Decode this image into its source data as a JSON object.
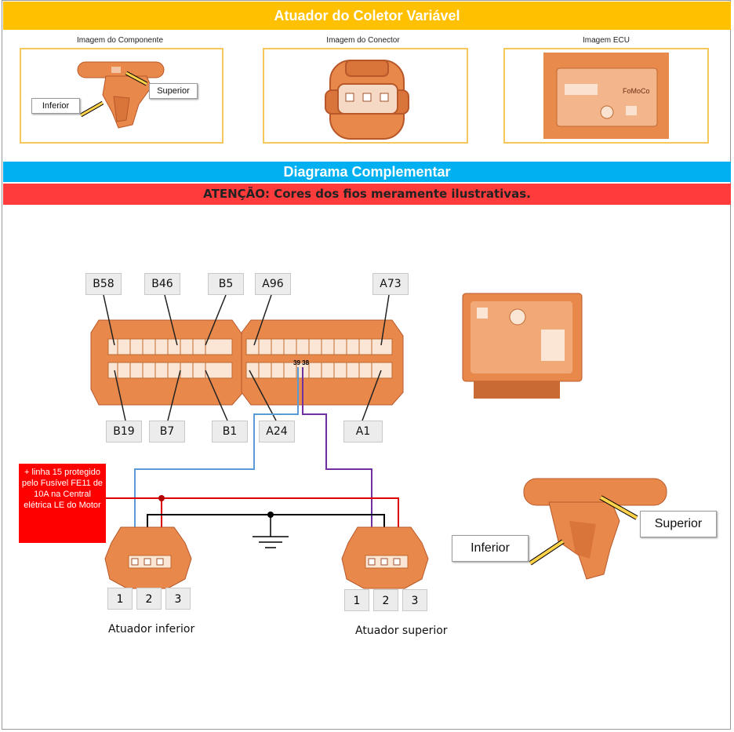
{
  "header": {
    "title": "Atuador do Coletor Variável",
    "diagram_title": "Diagrama Complementar",
    "warning": "ATENÇÃO: Cores dos fios meramente ilustrativas."
  },
  "top_images": {
    "component_caption": "Imagem do Componente",
    "connector_caption": "Imagem do Conector",
    "ecu_caption": "Imagem ECU",
    "component_labels": {
      "inferior": "Inferior",
      "superior": "Superior"
    },
    "ecu_brand": "FoMoCo"
  },
  "ecu_pins": {
    "top": [
      "B58",
      "B46",
      "B5",
      "A96",
      "A73"
    ],
    "bottom": [
      "B19",
      "B7",
      "B1",
      "A24",
      "A1"
    ],
    "center_pins": "39 38"
  },
  "power_note": "+ linha 15 protegido pelo Fusível FE11 de 10A na Central elétrica LE do Motor",
  "actuators": {
    "left_caption": "Atuador inferior",
    "right_caption": "Atuador superior",
    "pin_numbers": [
      "1",
      "2",
      "3"
    ]
  },
  "side_component": {
    "superior": "Superior",
    "inferior": "Inferior"
  },
  "colors": {
    "title_bar": "#ffc000",
    "diagram_bar": "#00b0f0",
    "warning_bar": "#ff3b3b",
    "orange_part": "#e8884a",
    "wire_blue": "#5b9bd5",
    "wire_purple": "#7030a0",
    "wire_red": "#e00000",
    "wire_black": "#000000"
  }
}
